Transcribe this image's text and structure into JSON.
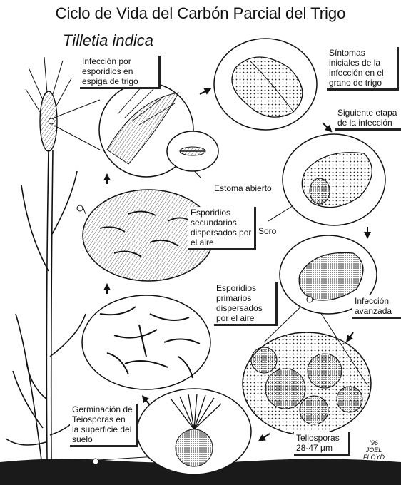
{
  "title": "Ciclo de Vida del Carbón Parcial del Trigo",
  "subtitle": "Tilletia indica",
  "labels": {
    "infection_spike": "Infección por esporidios en espiga de trigo",
    "open_stoma": "Estoma abierto",
    "initial_symptoms": "Síntomas iniciales de la infección en el grano de trigo",
    "next_stage": "Siguiente etapa de la infección",
    "sorus": "Soro",
    "secondary_sporidia": "Esporidios secundarios dispersados por el aire",
    "primary_sporidia": "Esporidios primarios dispersados por el aire",
    "advanced_infection": "Infección avanzada",
    "germination": "Germinación de Teiosporas en la superficie del suelo",
    "teliospores": "Teliosporas 28-47 µm"
  },
  "signature": {
    "year": "'96",
    "artist_first": "JOEL",
    "artist_last": "FLOYD"
  },
  "colors": {
    "ink": "#111111",
    "paper": "#ffffff",
    "soil": "#1a1a1a"
  }
}
